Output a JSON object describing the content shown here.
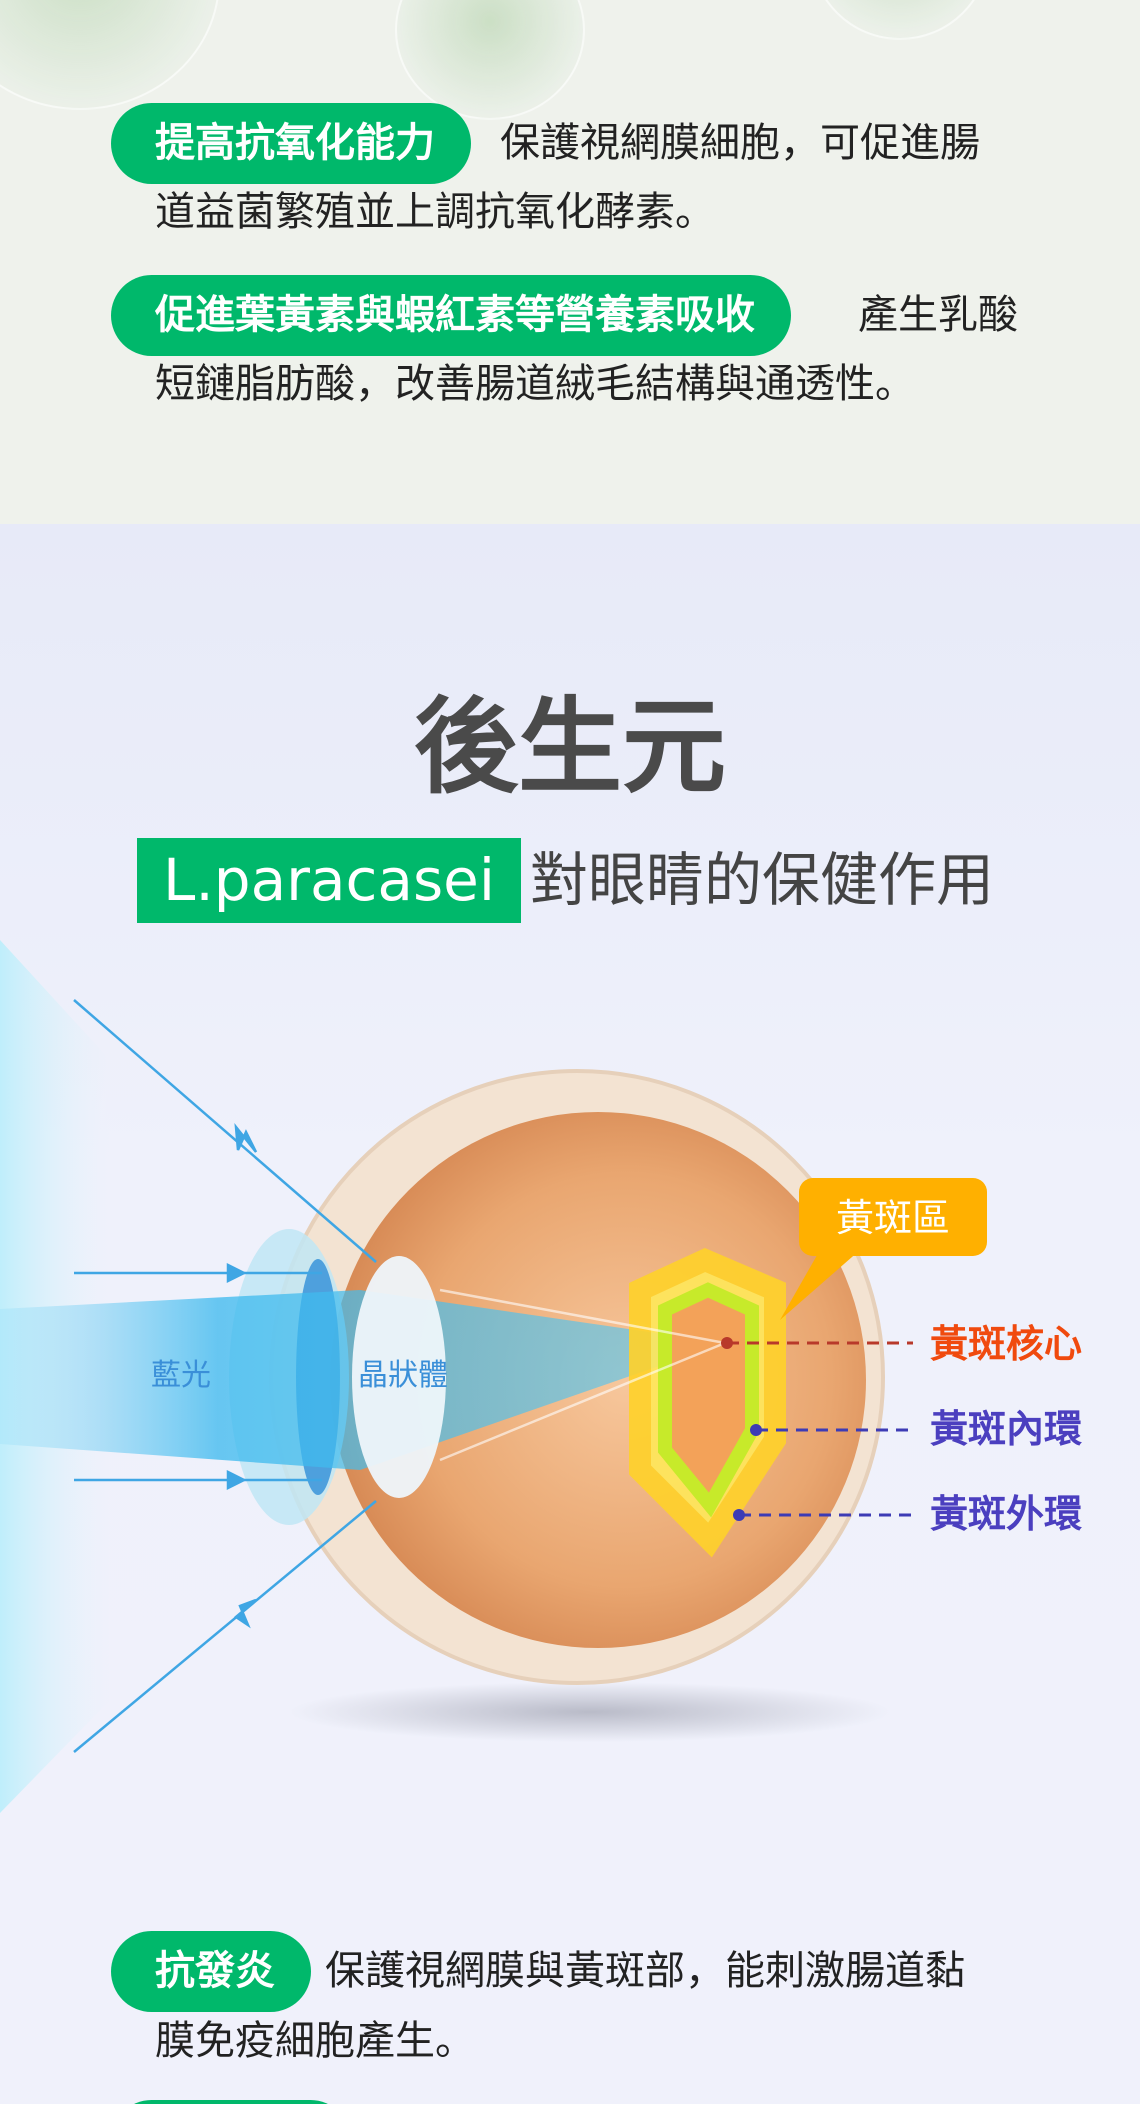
{
  "benefits_top": [
    {
      "tag": "提高抗氧化能力",
      "line1": "保護視網膜細胞，可促進腸",
      "line2": "道益菌繁殖並上調抗氧化酵素。"
    },
    {
      "tag": "促進葉黃素與蝦紅素等營養素吸收",
      "line1": "產生乳酸",
      "line2": "短鏈脂肪酸，改善腸道絨毛結構與通透性。"
    }
  ],
  "section": {
    "title": "後生元",
    "tag": "L.paracasei",
    "subtitle": "對眼睛的保健作用"
  },
  "diagram": {
    "blue_light": "藍光",
    "lens": "晶狀體",
    "macula_area": "黃斑區",
    "macula_core": "黃斑核心",
    "macula_inner": "黃斑內環",
    "macula_outer": "黃斑外環",
    "colors": {
      "core": "#f04a0e",
      "ring": "#4b3fbf",
      "callout": "#ffb000",
      "green": "#00b86b"
    }
  },
  "benefits_bottom": [
    {
      "tag": "抗發炎",
      "line1": "保護視網膜與黃斑部，能刺激腸道黏",
      "line2": "膜免疫細胞產生。"
    }
  ]
}
